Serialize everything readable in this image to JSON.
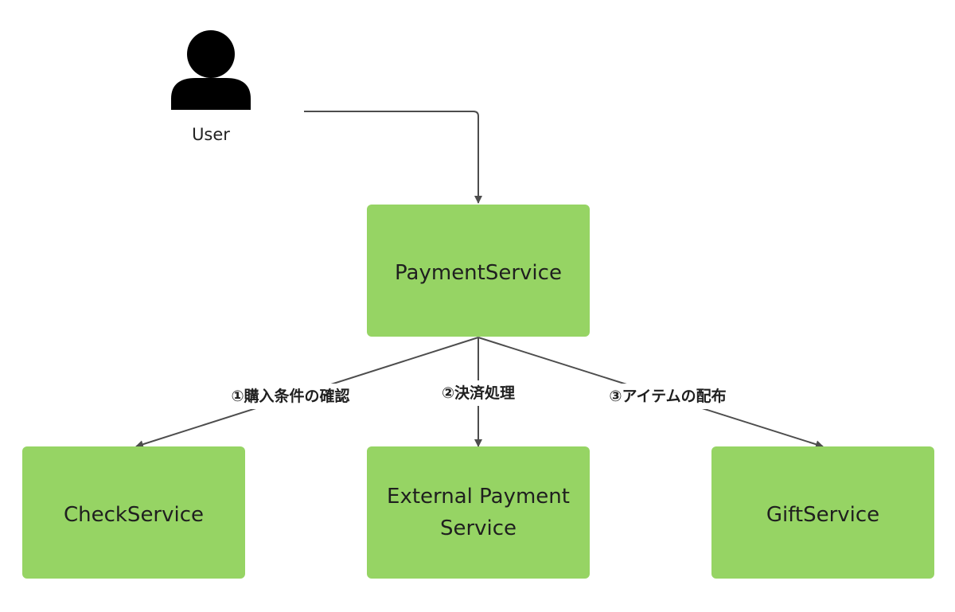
{
  "actor": {
    "label": "User",
    "icon": "user-icon"
  },
  "nodes": {
    "payment": {
      "label": "PaymentService"
    },
    "check": {
      "label": "CheckService"
    },
    "external": {
      "label_line1": "External Payment",
      "label_line2": "Service"
    },
    "gift": {
      "label": "GiftService"
    }
  },
  "edges": {
    "check": {
      "label": "①購入条件の確認"
    },
    "external": {
      "label": "②決済処理"
    },
    "gift": {
      "label": "③アイテムの配布"
    }
  },
  "colors": {
    "node_fill": "#96d464",
    "edge": "#4d4d4d",
    "actor": "#000000"
  }
}
